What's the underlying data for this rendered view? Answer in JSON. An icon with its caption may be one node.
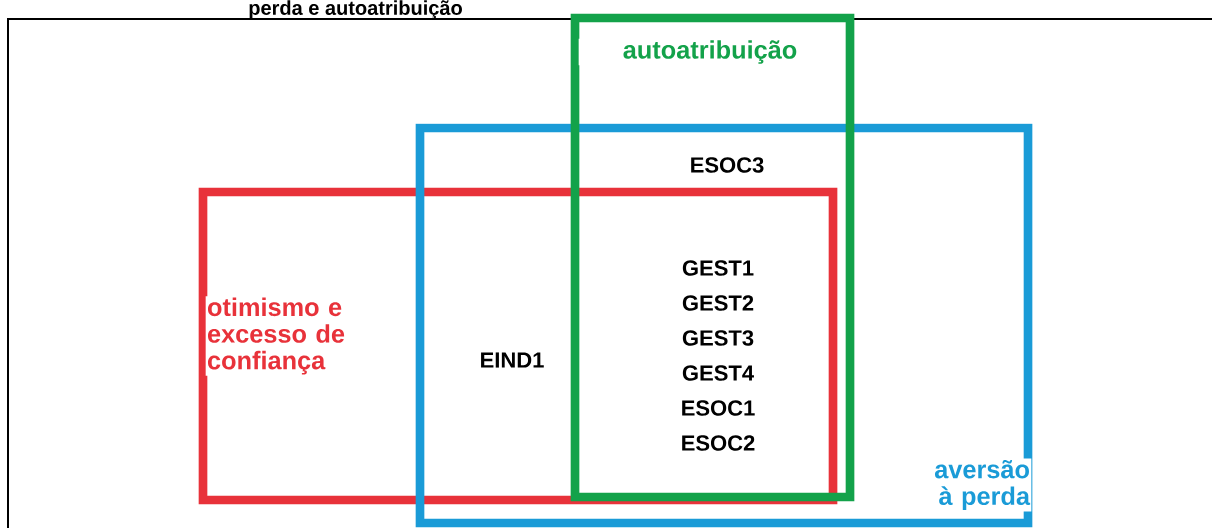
{
  "diagram": {
    "title": "perda e autoatribuição",
    "nodes": [
      {
        "text": [
          "otimismo e excesso de confiança"
        ]
      },
      {
        "text": [
          "aversão à perda"
        ]
      },
      {
        "text": [
          "autoatribuição"
        ]
      }
    ],
    "labels": [
      "ESOC3",
      "EIND1",
      "GEST1",
      "GEST2",
      "GEST3",
      "GEST4",
      "ESOC1",
      "ESOC2"
    ]
  }
}
